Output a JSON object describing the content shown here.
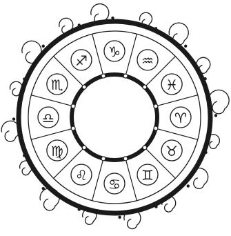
{
  "signs": [
    {
      "name": "capricorn",
      "glyph": "♑"
    },
    {
      "name": "aquarius",
      "glyph": "♒"
    },
    {
      "name": "pisces",
      "glyph": "♓"
    },
    {
      "name": "aries",
      "glyph": "♈"
    },
    {
      "name": "taurus",
      "glyph": "♉"
    },
    {
      "name": "gemini",
      "glyph": "♊"
    },
    {
      "name": "cancer",
      "glyph": "♋"
    },
    {
      "name": "leo",
      "glyph": "♌"
    },
    {
      "name": "virgo",
      "glyph": "♍"
    },
    {
      "name": "libra",
      "glyph": "♎"
    },
    {
      "name": "scorpio",
      "glyph": "♏"
    },
    {
      "name": "sagittarius",
      "glyph": "♐"
    }
  ],
  "colors": {
    "ink": "#1a1a1a",
    "background": "#ffffff"
  }
}
